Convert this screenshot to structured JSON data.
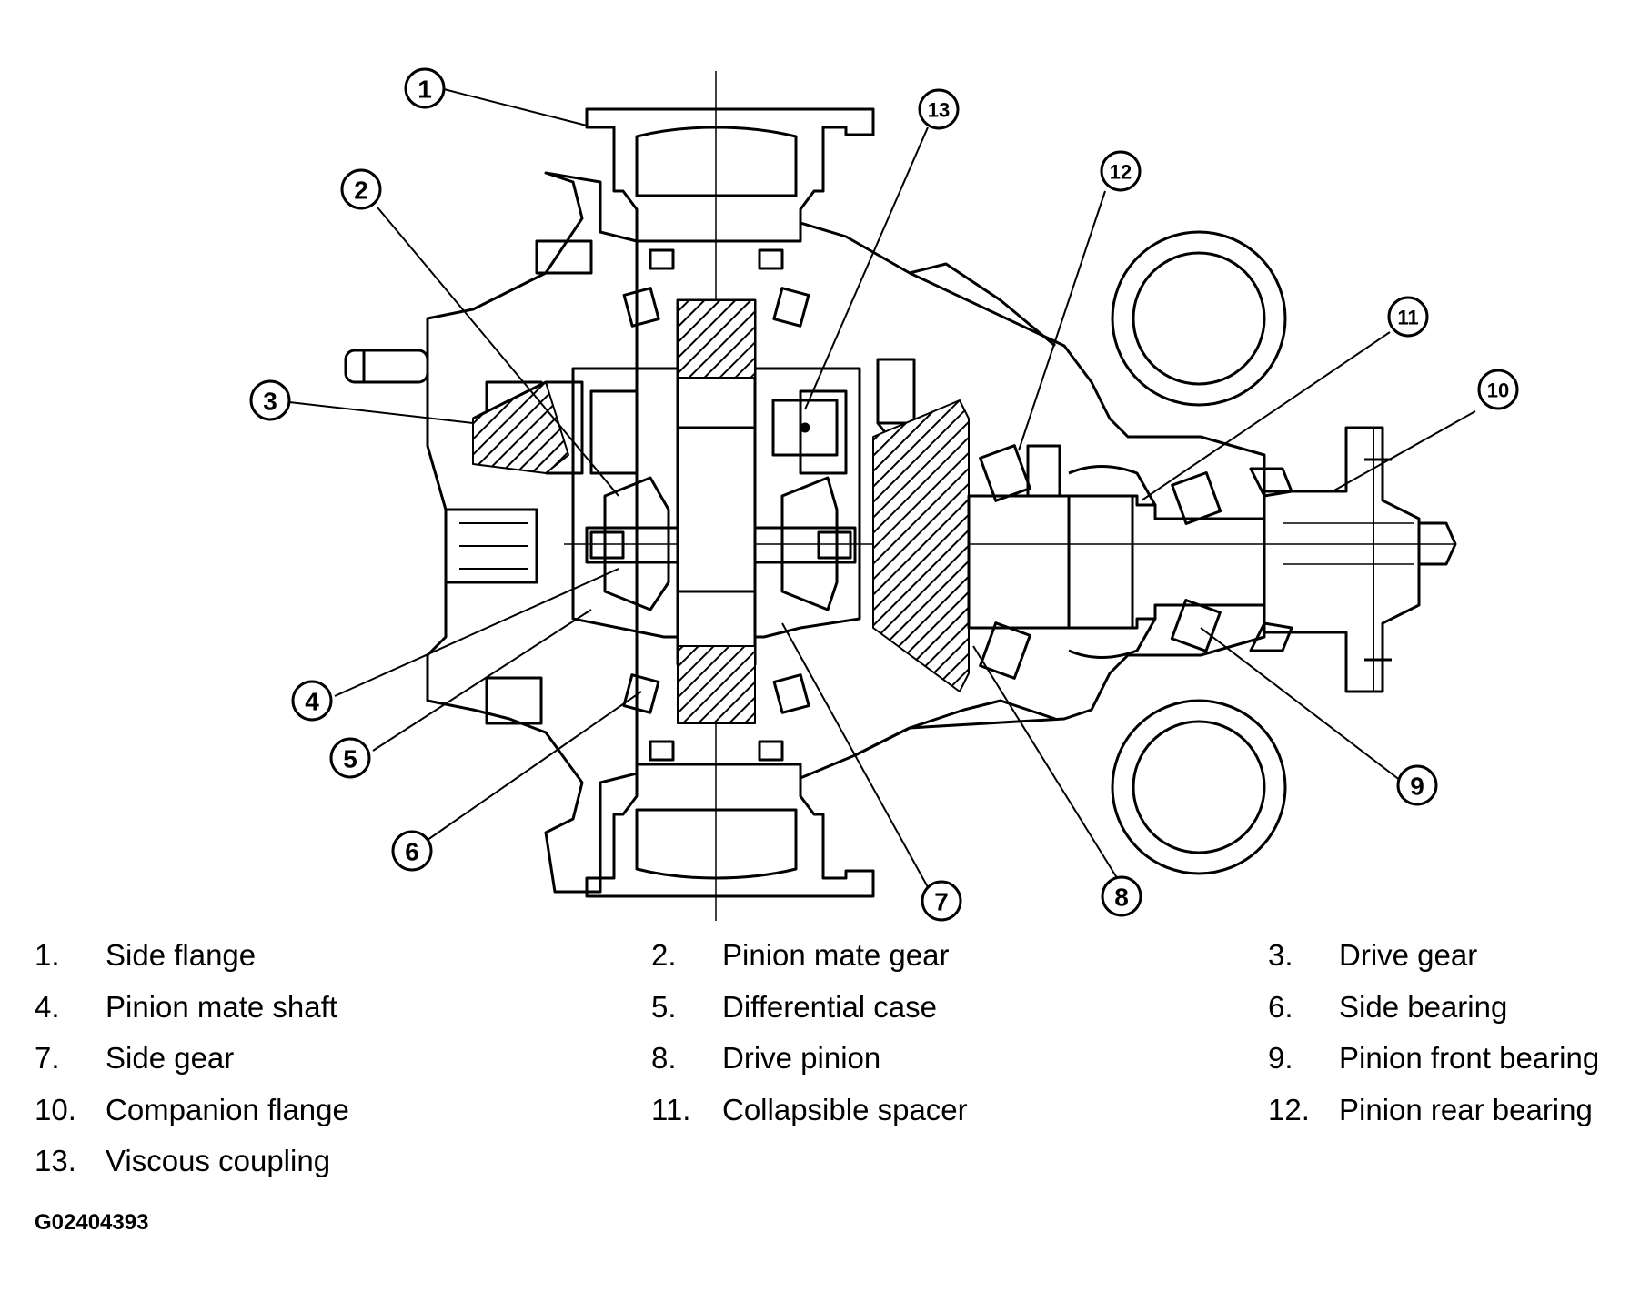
{
  "diagram": {
    "subject": "Differential cross-section",
    "stroke_color": "#000000",
    "background": "#ffffff"
  },
  "callouts": [
    "1",
    "2",
    "3",
    "4",
    "5",
    "6",
    "7",
    "8",
    "9",
    "10",
    "11",
    "12",
    "13"
  ],
  "legend": [
    [
      {
        "num": "1.",
        "label": "Side flange"
      },
      {
        "num": "2.",
        "label": "Pinion mate gear"
      },
      {
        "num": "3.",
        "label": "Drive gear"
      }
    ],
    [
      {
        "num": "4.",
        "label": "Pinion mate shaft"
      },
      {
        "num": "5.",
        "label": "Differential case"
      },
      {
        "num": "6.",
        "label": "Side bearing"
      }
    ],
    [
      {
        "num": "7.",
        "label": "Side gear"
      },
      {
        "num": "8.",
        "label": "Drive pinion"
      },
      {
        "num": "9.",
        "label": "Pinion front bearing"
      }
    ],
    [
      {
        "num": "10.",
        "label": "Companion flange"
      },
      {
        "num": "11.",
        "label": "Collapsible spacer"
      },
      {
        "num": "12.",
        "label": "Pinion rear bearing"
      }
    ],
    [
      {
        "num": "13.",
        "label": "Viscous coupling"
      }
    ]
  ],
  "figure_code": "G02404393"
}
